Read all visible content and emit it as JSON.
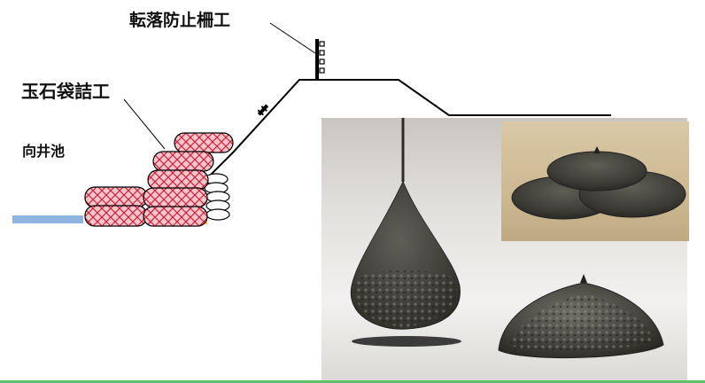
{
  "labels": {
    "fence": "転落防止柵工",
    "bags": "玉石袋詰工",
    "pond": "向井池"
  },
  "colors": {
    "bag_fill": "#f6c6cc",
    "bag_mesh": "#d0203a",
    "water": "#8fb4e0",
    "ground_line": "#000000",
    "footer_rule": "#5fbf6a"
  },
  "icons": {
    "fence": "fence-post-icon",
    "slope_marker": "anchor-marker-icon"
  }
}
